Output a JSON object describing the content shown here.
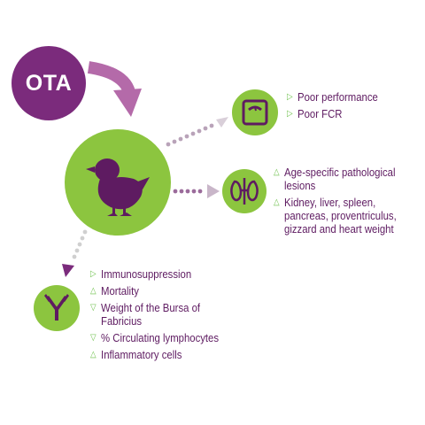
{
  "colors": {
    "purple": "#7b2b7c",
    "green": "#8cc53f",
    "dark_green": "#6cc04a",
    "text_purple": "#5e1b61",
    "arrow_purple": "#b46aa9",
    "dots": "#b9a3b9"
  },
  "ota": {
    "label": "OTA"
  },
  "icons": {
    "chick": "chick-icon",
    "scale": "scale-icon",
    "kidney": "kidneys-icon",
    "antibody": "antibody-icon"
  },
  "performance": {
    "items": [
      {
        "marker": "▷",
        "text": "Poor performance"
      },
      {
        "marker": "▷",
        "text": "Poor FCR"
      }
    ]
  },
  "pathology": {
    "items": [
      {
        "marker": "△",
        "line1": "Age-specific pathological",
        "line2": "lesions"
      },
      {
        "marker": "△",
        "line1": "Kidney, liver, spleen,",
        "line2": "pancreas, proventriculus,",
        "line3": "gizzard and heart weight"
      }
    ]
  },
  "immune": {
    "items": [
      {
        "marker": "▷",
        "line1": "Immunosuppression"
      },
      {
        "marker": "△",
        "line1": "Mortality"
      },
      {
        "marker": "▽",
        "line1": "Weight of the Bursa of",
        "line2": "Fabricius"
      },
      {
        "marker": "▽",
        "line1": "% Circulating lymphocytes"
      },
      {
        "marker": "△",
        "line1": "Inflammatory cells"
      }
    ]
  }
}
